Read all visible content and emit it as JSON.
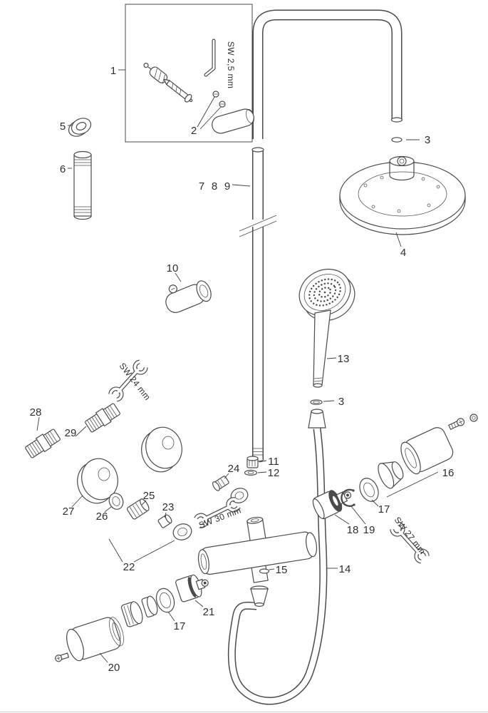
{
  "figure": {
    "kind": "exploded-parts-diagram",
    "subject": "shower system with overhead shower, hand shower, thermostat valve and mounting parts"
  },
  "labels": {
    "p1": "1",
    "p2": "2",
    "p3_arm": "3",
    "p4": "4",
    "p5": "5",
    "p6": "6",
    "p7": "7",
    "p8": "8",
    "p9": "9",
    "p10": "10",
    "p11": "11",
    "p12": "12",
    "p13": "13",
    "p3_hand": "3",
    "p14": "14",
    "p15": "15",
    "p16": "16",
    "p17_right": "17",
    "p18": "18",
    "p19": "19",
    "p20": "20",
    "p21": "21",
    "p17_left": "17",
    "p22": "22",
    "p23": "23",
    "p24": "24",
    "p25": "25",
    "p26": "26",
    "p27": "27",
    "p28": "28",
    "p29": "29"
  },
  "tools": {
    "allen_key": "SW 2,5 mm",
    "wrench_24": "SW 24 mm",
    "wrench_30": "SW 30 mm",
    "wrench_27": "SW 27 mm"
  },
  "colors": {
    "line": "#4a4a4a",
    "label": "#2e2e2e",
    "background": "#ffffff"
  }
}
